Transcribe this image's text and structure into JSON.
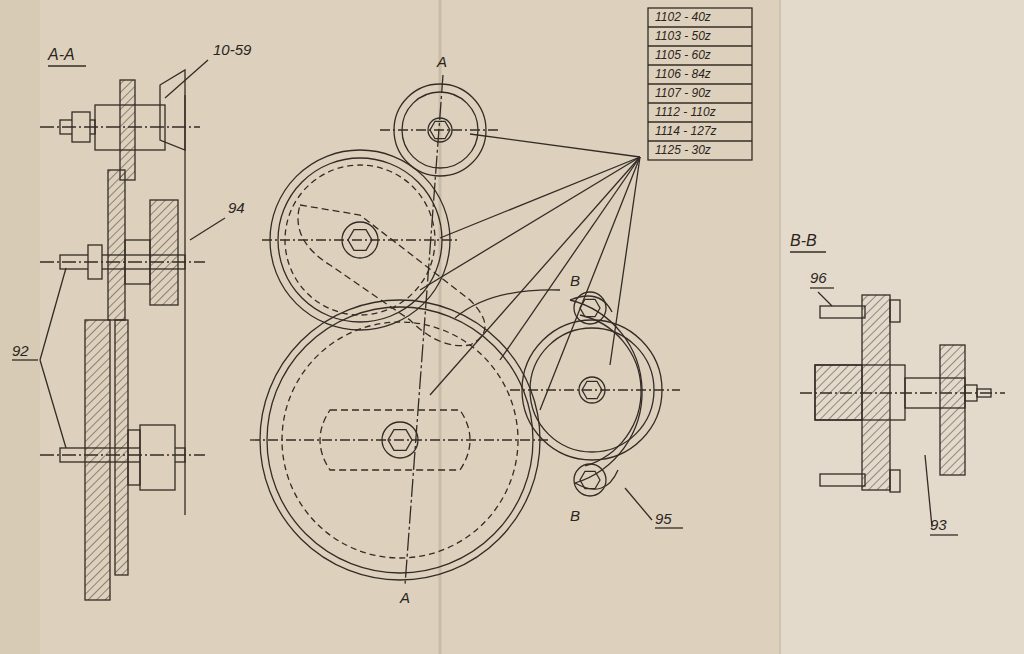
{
  "diagram": {
    "labels": [
      "A-A",
      "10-59",
      "94",
      "92",
      "A",
      "1102 - 40z",
      "1103 - 50z",
      "1105 - 60z",
      "1106 - 84z",
      "1107 - 90z",
      "1112 - 110z",
      "1114 - 127z",
      "1125 - 30z",
      "B",
      "B",
      "95",
      "A",
      "B-B",
      "96",
      "93"
    ]
  }
}
